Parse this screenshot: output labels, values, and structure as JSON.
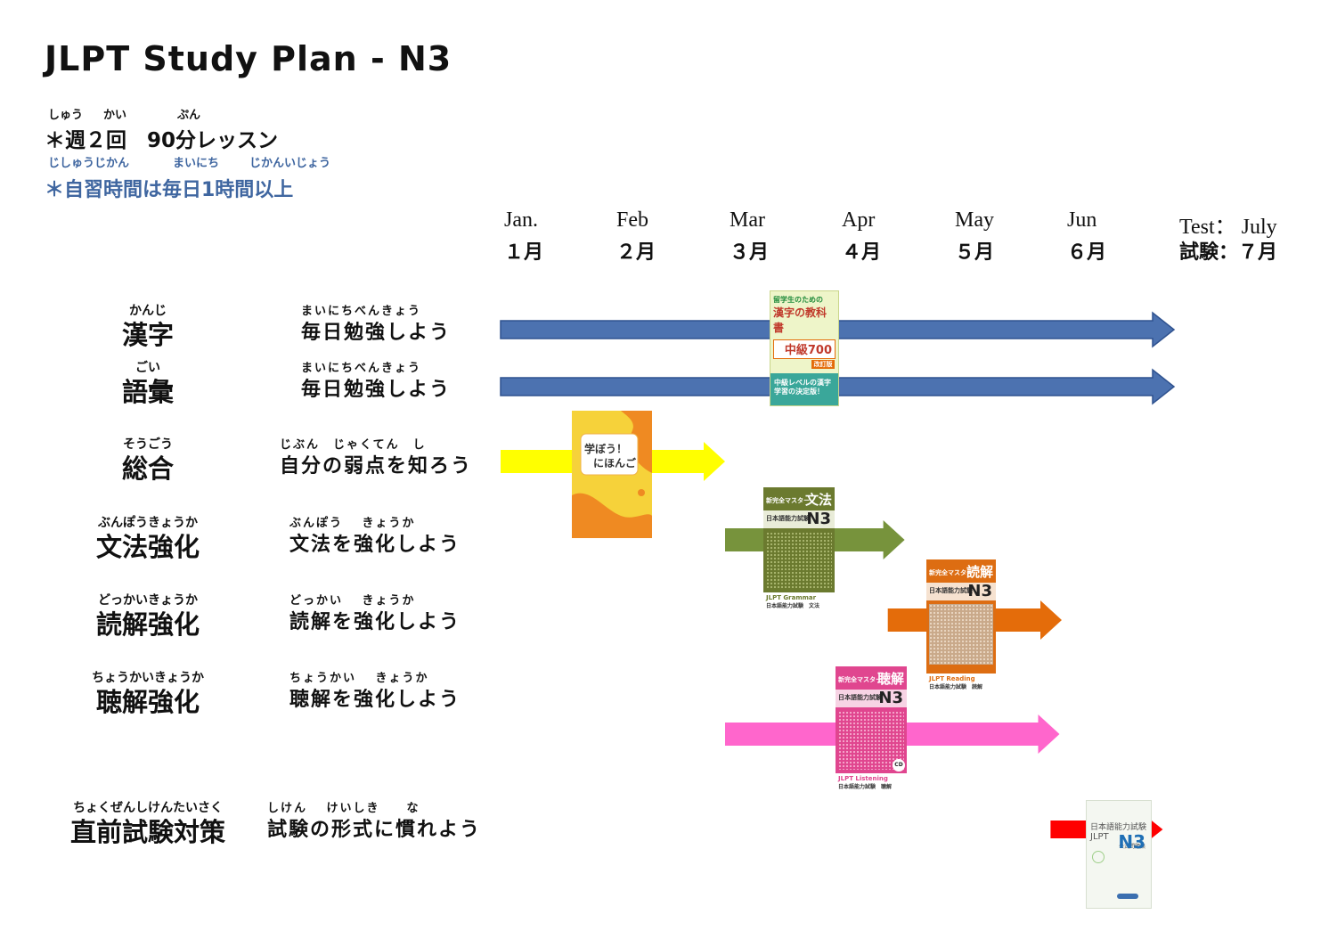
{
  "header": {
    "title": "JLPT Study Plan - N3",
    "note1_ruby": [
      "しゅう",
      "かい",
      "ぷん"
    ],
    "note1": "＊週２回　90分レッスン",
    "note2_ruby": [
      "じしゅうじかん",
      "まいにち",
      "じかんいじょう"
    ],
    "note2": "＊自習時間は毎日1時間以上"
  },
  "timeline": {
    "months": [
      {
        "en": "Jan.",
        "ja": "１月"
      },
      {
        "en": "Feb",
        "ja": "２月"
      },
      {
        "en": "Mar",
        "ja": "３月"
      },
      {
        "en": "Apr",
        "ja": "４月"
      },
      {
        "en": "May",
        "ja": "５月"
      },
      {
        "en": "Jun",
        "ja": "６月"
      },
      {
        "en": "Test：  July",
        "ja": "試験：７月"
      }
    ]
  },
  "rows": [
    {
      "ruby": "かんじ",
      "label": "漢字",
      "goal_ruby": "まいにちべんきょう",
      "goal": "毎日勉強しよう",
      "color": "#4c72b0",
      "start": 0,
      "end": 6.0
    },
    {
      "ruby": "ごい",
      "label": "語彙",
      "goal_ruby": "まいにちべんきょう",
      "goal": "毎日勉強しよう",
      "color": "#4c72b0",
      "start": 0,
      "end": 6.0
    },
    {
      "ruby": "そうごう",
      "label": "総合",
      "goal_ruby": "じぶん　じゃくてん　し",
      "goal": "自分の弱点を知ろう",
      "color": "#ffff00",
      "start": 0,
      "end": 2.0
    },
    {
      "ruby": "ぶんぽうきょうか",
      "label": "文法強化",
      "goal_ruby": "ぶんぽう　 きょうか",
      "goal": "文法を強化しよう",
      "color": "#77933c",
      "start": 2.0,
      "end": 3.6
    },
    {
      "ruby": "どっかいきょうか",
      "label": "読解強化",
      "goal_ruby": "どっかい　 きょうか",
      "goal": "読解を強化しよう",
      "color": "#e46c0a",
      "start": 3.45,
      "end": 5.0
    },
    {
      "ruby": "ちょうかいきょうか",
      "label": "聴解強化",
      "goal_ruby": "ちょうかい　 きょうか",
      "goal": "聴解を強化しよう",
      "color": "#ff66cc",
      "start": 2.0,
      "end": 4.98
    },
    {
      "ruby": "ちょくぜんしけんたいさく",
      "label": "直前試験対策",
      "goal_ruby": "しけん　 けいしき　　な",
      "goal": "試験の形式に慣れよう",
      "color": "#ff0000",
      "start": 4.9,
      "end": 5.9
    }
  ],
  "books": {
    "kanji": {
      "top": "留学生のための",
      "main": "漢字の教科書",
      "level": "中級700",
      "edition": "改訂版",
      "band": "中級レベルの漢字学習の決定版！"
    },
    "sogo": {
      "line1": "学ぼう！",
      "line2": "にほんご"
    },
    "bunpo": {
      "series": "新完全マスター",
      "subject": "文法",
      "exam": "日本語能力試験",
      "level": "N3",
      "en": "JLPT Grammar",
      "ja": "日本語能力試験　文法"
    },
    "dokkai": {
      "series": "新完全マスター",
      "subject": "読解",
      "exam": "日本語能力試験",
      "level": "N3",
      "en": "JLPT Reading",
      "ja": "日本語能力試験　読解"
    },
    "chokai": {
      "series": "新完全マスター",
      "subject": "聴解",
      "exam": "日本語能力試験",
      "level": "N3",
      "en": "JLPT Listening",
      "ja": "日本語能力試験　聴解",
      "cd": "CD"
    },
    "koshiki": {
      "line1": "日本語能力試験",
      "line2": "JLPT",
      "sub": "公式問題集",
      "level": "N3"
    }
  }
}
